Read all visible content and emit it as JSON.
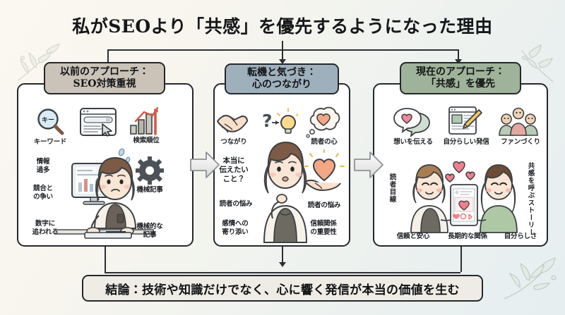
{
  "title": "私がSEOより「共感」を優先するようになった理由",
  "colors": {
    "background_left": "#fbf8f1",
    "background_right": "#e6eef0",
    "border": "#25282c",
    "panel_fill": "#ffffff",
    "header1_fill": "#cbc3b8",
    "header2_fill": "#9fb0bd",
    "header3_fill": "#9fb39a",
    "conclusion_fill": "#efece5",
    "accent_heart": "#f08080",
    "accent_red": "#e05b4f"
  },
  "panels": [
    {
      "id": "panel-before",
      "header_line1": "以前のアプローチ：",
      "header_line2": "SEO対策重視",
      "icons": [
        {
          "name": "magnifier-keyword-icon",
          "caption": "キーワード",
          "glyph": "キー"
        },
        {
          "name": "search-result-cursor-icon",
          "caption": ""
        },
        {
          "name": "ranking-chart-icon",
          "caption": "検索順位"
        },
        {
          "name": "gear-icon",
          "caption": "機械記事"
        }
      ],
      "labels_left": [
        "キーワード",
        "情報\n過多",
        "競合と\nの争い",
        "数字に\n追われる"
      ],
      "labels_right": [
        "検索順位",
        "機械記事",
        "機械的な\n記事"
      ],
      "figure": "stressed-woman-at-computer"
    },
    {
      "id": "panel-turning-point",
      "header_line1": "転機と気づき：",
      "header_line2": "心のつながり",
      "icons": [
        {
          "name": "handshake-icon",
          "caption": "つながり"
        },
        {
          "name": "question-to-lightbulb-icon",
          "caption": ""
        },
        {
          "name": "thought-bubble-heart-icon",
          "caption": "読者の心"
        },
        {
          "name": "hand-holding-heart-icon",
          "caption": ""
        }
      ],
      "labels_left": [
        "つながり",
        "本当に\n伝えたい\nこと？",
        "読者の悩み",
        "感情への\n寄り添い"
      ],
      "labels_right": [
        "読者の心",
        "読者の悩み",
        "信頼関係\nの重要性"
      ],
      "figure": "thinking-woman"
    },
    {
      "id": "panel-now",
      "header_line1": "現在のアプローチ：",
      "header_line2": "「共感」を優先",
      "icons": [
        {
          "name": "heart-speech-bubble-icon",
          "caption": "想いを伝える"
        },
        {
          "name": "article-pencil-icon",
          "caption": "自分らしい発信"
        },
        {
          "name": "people-group-icon",
          "caption": "ファンづくり"
        }
      ],
      "labels_top": [
        "想いを伝える",
        "自分らしい発信",
        "ファンづくり"
      ],
      "labels_bottom": [
        "信頼と安心",
        "長期的な関係",
        "自分らしさ"
      ],
      "label_vertical_left": "読者目線",
      "label_vertical_right": "共感を呼ぶストーリー",
      "figure": "two-women-with-tablet"
    }
  ],
  "conclusion": "結論：技術や知識だけでなく、心に響く発信が本当の価値を生む",
  "arrows": [
    {
      "name": "arrow-panel1-to-panel2",
      "direction": "right"
    },
    {
      "name": "arrow-panel2-to-panel3",
      "direction": "right"
    }
  ]
}
